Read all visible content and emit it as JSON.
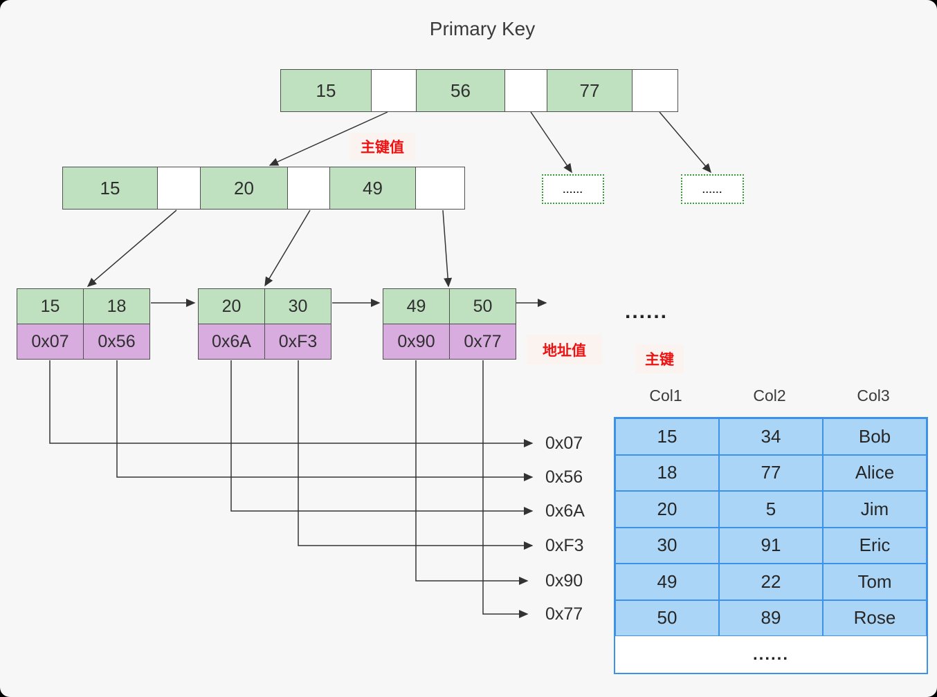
{
  "title": "Primary Key",
  "annotations": {
    "pk_value": "主键值",
    "addr_value": "地址值",
    "pk": "主键",
    "ellipsis": "......"
  },
  "tree": {
    "root": {
      "keys": [
        "15",
        "56",
        "77"
      ]
    },
    "level2": {
      "keys": [
        "15",
        "20",
        "49"
      ]
    },
    "leaves": [
      {
        "keys": [
          "15",
          "18"
        ],
        "addrs": [
          "0x07",
          "0x56"
        ]
      },
      {
        "keys": [
          "20",
          "30"
        ],
        "addrs": [
          "0x6A",
          "0xF3"
        ]
      },
      {
        "keys": [
          "49",
          "50"
        ],
        "addrs": [
          "0x90",
          "0x77"
        ]
      }
    ]
  },
  "address_list": [
    "0x07",
    "0x56",
    "0x6A",
    "0xF3",
    "0x90",
    "0x77"
  ],
  "table": {
    "headers": [
      "Col1",
      "Col2",
      "Col3"
    ],
    "rows": [
      [
        "15",
        "34",
        "Bob"
      ],
      [
        "18",
        "77",
        "Alice"
      ],
      [
        "20",
        "5",
        "Jim"
      ],
      [
        "30",
        "91",
        "Eric"
      ],
      [
        "49",
        "22",
        "Tom"
      ],
      [
        "50",
        "89",
        "Rose"
      ]
    ]
  },
  "colors": {
    "background": "#f7f7f8",
    "node_green": "#bfe1c0",
    "node_purple": "#d9ace0",
    "table_fill": "#abd5f6",
    "table_border": "#3c92e8",
    "annotation_red": "#ee1111",
    "annotation_bg": "#fbf3f0",
    "dotted_box_green": "#2fa12f",
    "arrow": "#333333"
  }
}
